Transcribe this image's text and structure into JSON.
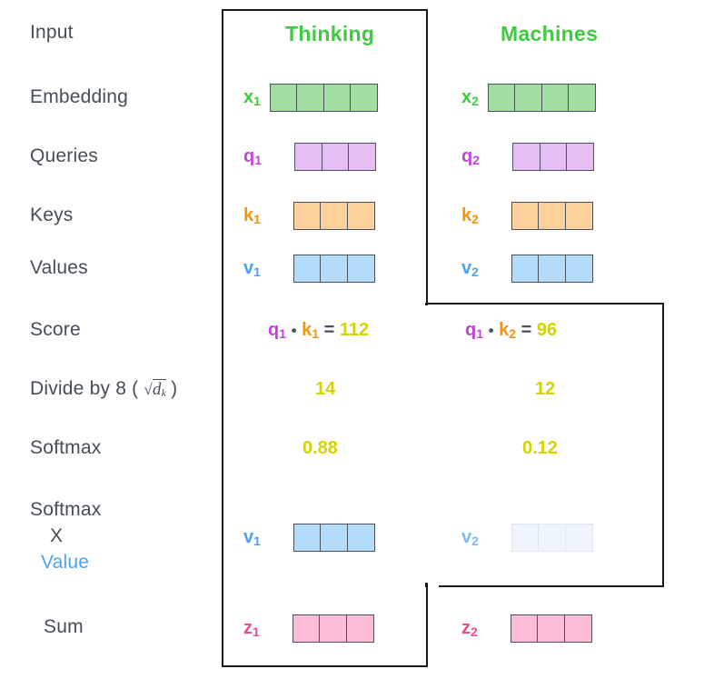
{
  "diagram": {
    "title": "self-attention-calculation",
    "columns": [
      {
        "id": "col1",
        "title": "Thinking"
      },
      {
        "id": "col2",
        "title": "Machines"
      }
    ],
    "colors": {
      "embedding": "#a0dfa0",
      "query": "#e6bdf5",
      "key": "#fcd09a",
      "value": "#b3dcfa",
      "value_faded": "#eff5fc",
      "sum": "#fcbcd8",
      "cell_border": "#4b515c",
      "cell_border_faded": "#dde5ee",
      "label_text": "#454d57",
      "title_green": "#3ecb3e",
      "embedding_label": "#3ecb3e",
      "query_label": "#c044d8",
      "key_label": "#f59215",
      "value_label": "#4aa3f0",
      "sum_label": "#f24b8e",
      "number_yellow": "#d4d400",
      "outline": "#1a1a1a"
    },
    "rows": [
      {
        "id": "input",
        "label": "Input"
      },
      {
        "id": "embedding",
        "label": "Embedding"
      },
      {
        "id": "queries",
        "label": "Queries"
      },
      {
        "id": "keys",
        "label": "Keys"
      },
      {
        "id": "values",
        "label": "Values"
      },
      {
        "id": "score",
        "label": "Score"
      },
      {
        "id": "divide",
        "label": "Divide by 8 ("
      },
      {
        "id": "softmax",
        "label": "Softmax"
      },
      {
        "id": "softmax_x_value",
        "label": "Softmax"
      },
      {
        "id": "sum",
        "label": "Sum"
      }
    ],
    "divide_row": {
      "label_prefix": "Divide by 8 (",
      "radicand": "d",
      "radicand_sub": "k",
      "label_suffix": ")"
    },
    "softmax_value_row": {
      "line1": "Softmax",
      "line2": "X",
      "line3": "Value"
    },
    "vectors": {
      "x1": {
        "label": "x",
        "index": "1",
        "cells": 4,
        "color": "#a0dfa0",
        "faded": false
      },
      "x2": {
        "label": "x",
        "index": "2",
        "cells": 4,
        "color": "#a0dfa0",
        "faded": false
      },
      "q1": {
        "label": "q",
        "index": "1",
        "cells": 3,
        "color": "#e6bdf5",
        "faded": false
      },
      "q2": {
        "label": "q",
        "index": "2",
        "cells": 3,
        "color": "#e6bdf5",
        "faded": false
      },
      "k1": {
        "label": "k",
        "index": "1",
        "cells": 3,
        "color": "#fcd09a",
        "faded": false
      },
      "k2": {
        "label": "k",
        "index": "2",
        "cells": 3,
        "color": "#fcd09a",
        "faded": false
      },
      "v1": {
        "label": "v",
        "index": "1",
        "cells": 3,
        "color": "#b3dcfa",
        "faded": false
      },
      "v2": {
        "label": "v",
        "index": "2",
        "cells": 3,
        "color": "#b3dcfa",
        "faded": false
      },
      "v1_weighted": {
        "label": "v",
        "index": "1",
        "cells": 3,
        "color": "#b3dcfa",
        "faded": false
      },
      "v2_weighted": {
        "label": "v",
        "index": "2",
        "cells": 3,
        "color": "#eff5fc",
        "faded": true
      },
      "z1": {
        "label": "z",
        "index": "1",
        "cells": 3,
        "color": "#fcbcd8",
        "faded": false
      },
      "z2": {
        "label": "z",
        "index": "2",
        "cells": 3,
        "color": "#fcbcd8",
        "faded": false
      }
    },
    "score_row": {
      "col1": {
        "q": "q",
        "q_idx": "1",
        "dot": "•",
        "k": "k",
        "k_idx": "1",
        "eq": "=",
        "value": "112"
      },
      "col2": {
        "q": "q",
        "q_idx": "1",
        "dot": "•",
        "k": "k",
        "k_idx": "2",
        "eq": "=",
        "value": "96"
      }
    },
    "divide_values": {
      "col1": "14",
      "col2": "12"
    },
    "softmax_values": {
      "col1": "0.88",
      "col2": "0.12"
    }
  }
}
